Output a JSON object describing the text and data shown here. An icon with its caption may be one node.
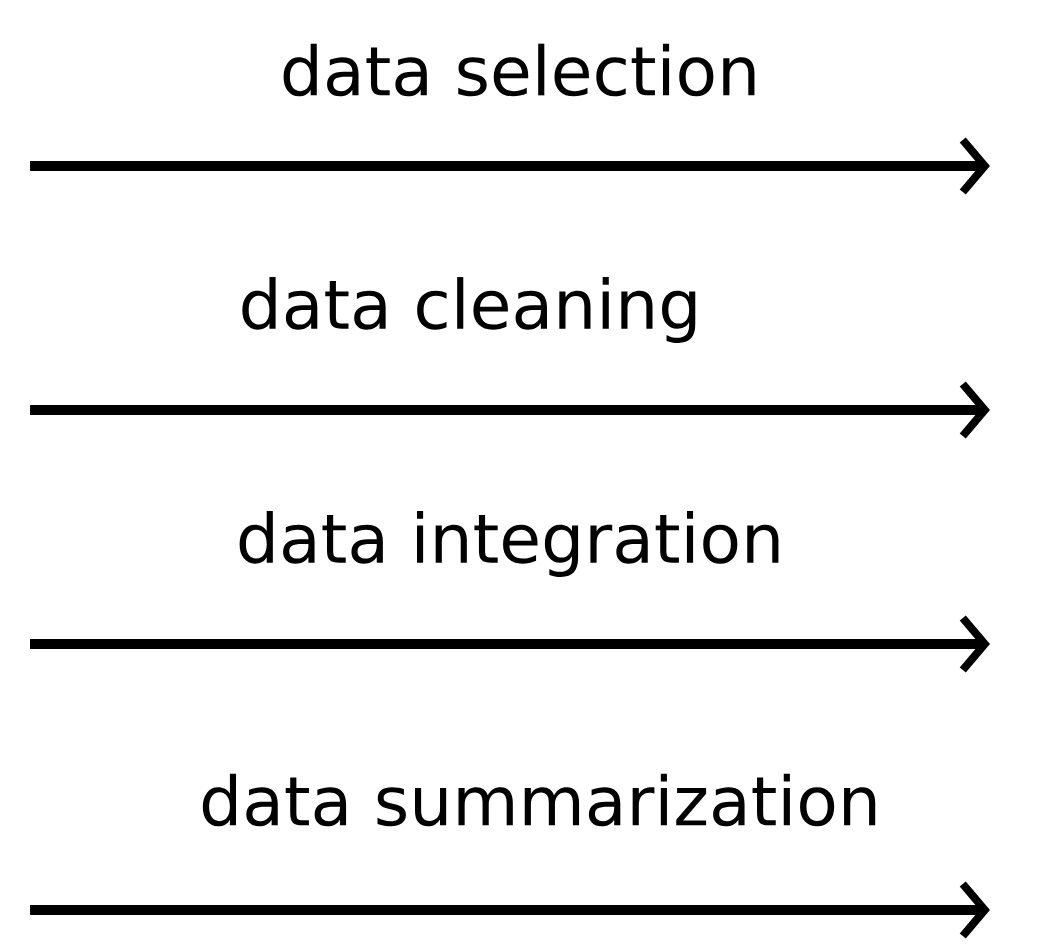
{
  "diagram": {
    "labels": [
      "data selection",
      "data cleaning",
      "data integration",
      "data summarization"
    ]
  }
}
